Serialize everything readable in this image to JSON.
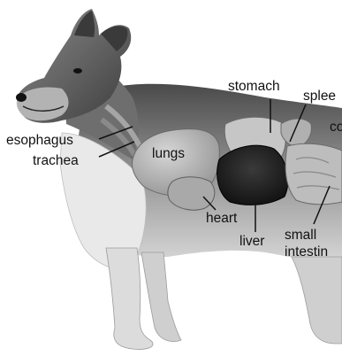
{
  "diagram": {
    "labels": {
      "esophagus": "esophagus",
      "trachea": "trachea",
      "lungs": "lungs",
      "stomach": "stomach",
      "spleen": "splee",
      "colon": "co",
      "heart": "heart",
      "liver": "liver",
      "small_intestine_line1": "small",
      "small_intestine_line2": "intestin"
    },
    "colors": {
      "organ_fill": "#b8b8b8",
      "organ_dark": "#1a1a1a",
      "fur_light": "#e6e6e6",
      "fur_mid": "#9a9a9a",
      "fur_dark": "#4a4a4a",
      "leader_line": "#111111"
    }
  }
}
